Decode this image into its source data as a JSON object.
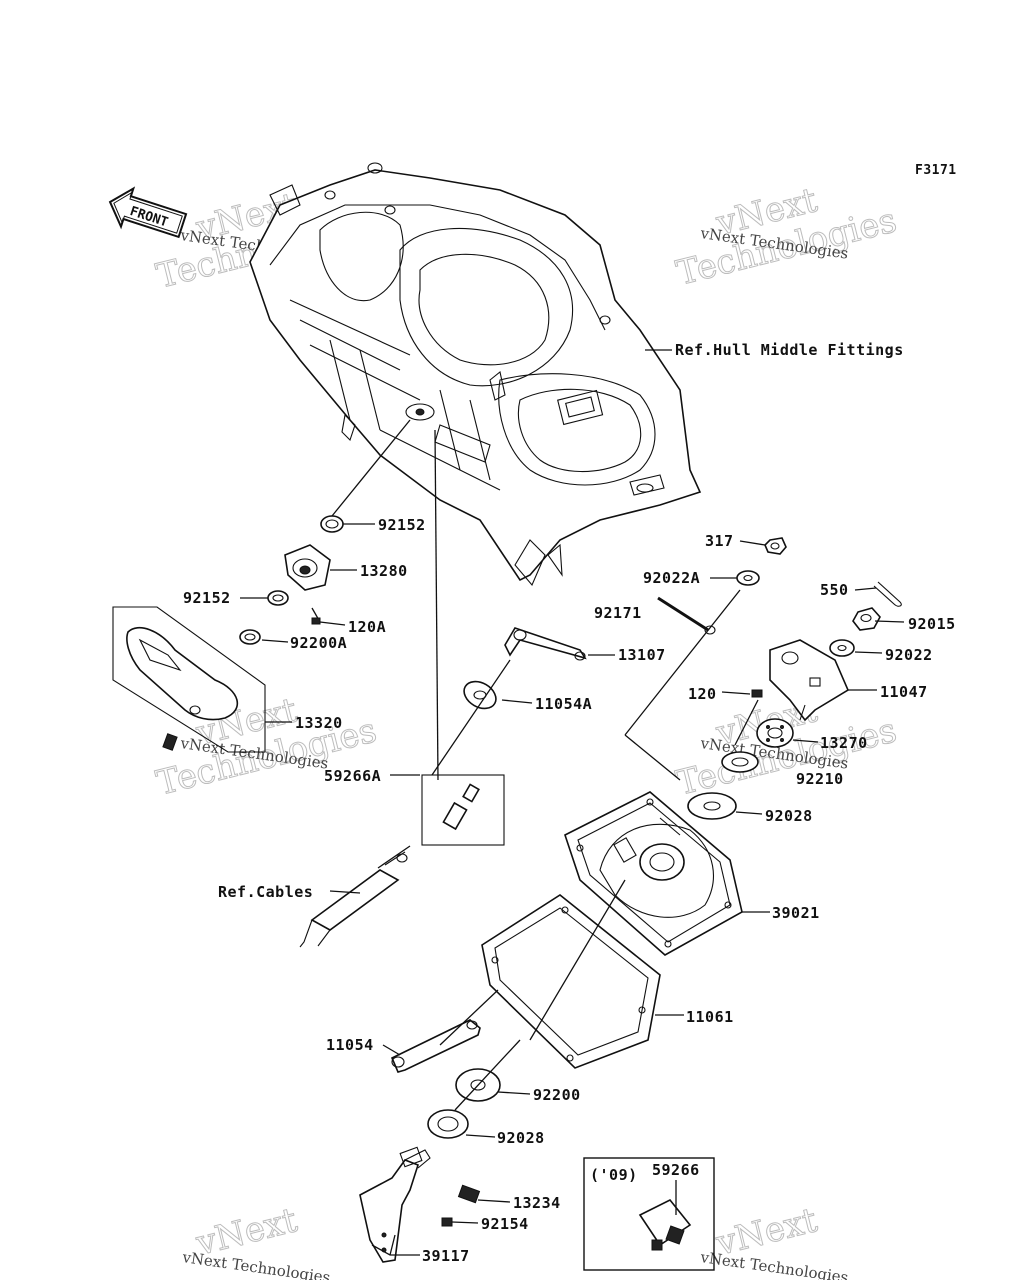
{
  "figure_code": "F3171",
  "front_marker": "FRONT",
  "watermark": {
    "brand_line": "vNext Technologies",
    "big_a": "vNext",
    "big_b": "Technologies"
  },
  "references": {
    "hull": "Ref.Hull Middle Fittings",
    "cables": "Ref.Cables"
  },
  "year_box": {
    "year": "('09)",
    "part": "59266"
  },
  "parts": [
    {
      "id": "p-317",
      "label": "317"
    },
    {
      "id": "p-92022A",
      "label": "92022A"
    },
    {
      "id": "p-550",
      "label": "550"
    },
    {
      "id": "p-92171",
      "label": "92171"
    },
    {
      "id": "p-92015",
      "label": "92015"
    },
    {
      "id": "p-92022",
      "label": "92022"
    },
    {
      "id": "p-13107",
      "label": "13107"
    },
    {
      "id": "p-11047",
      "label": "11047"
    },
    {
      "id": "p-120",
      "label": "120"
    },
    {
      "id": "p-11054A",
      "label": "11054A"
    },
    {
      "id": "p-13270",
      "label": "13270"
    },
    {
      "id": "p-92210",
      "label": "92210"
    },
    {
      "id": "p-92028a",
      "label": "92028"
    },
    {
      "id": "p-39021",
      "label": "39021"
    },
    {
      "id": "p-11061",
      "label": "11061"
    },
    {
      "id": "p-11054",
      "label": "11054"
    },
    {
      "id": "p-92200",
      "label": "92200"
    },
    {
      "id": "p-92028b",
      "label": "92028"
    },
    {
      "id": "p-13234",
      "label": "13234"
    },
    {
      "id": "p-92154",
      "label": "92154"
    },
    {
      "id": "p-39117",
      "label": "39117"
    },
    {
      "id": "p-92152a",
      "label": "92152"
    },
    {
      "id": "p-13280",
      "label": "13280"
    },
    {
      "id": "p-92152b",
      "label": "92152"
    },
    {
      "id": "p-120A",
      "label": "120A"
    },
    {
      "id": "p-92200A",
      "label": "92200A"
    },
    {
      "id": "p-13320",
      "label": "13320"
    },
    {
      "id": "p-59266A",
      "label": "59266A"
    }
  ]
}
